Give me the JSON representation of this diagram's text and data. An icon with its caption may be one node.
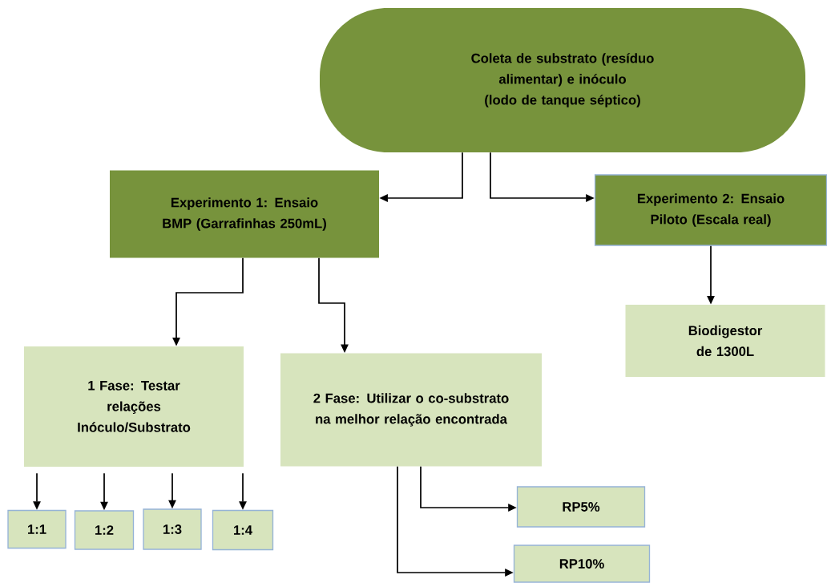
{
  "diagram": {
    "nodes": [
      {
        "text": [
          "Coleta de substrato (resíduo alimentar) e inóculo (lodo de tanque séptico)"
        ]
      },
      {
        "text": [
          "Experimento 1: Ensaio BMP (Garrafinhas 250mL)"
        ]
      },
      {
        "text": [
          "Experimento 2: Ensaio Piloto (Escala real)"
        ]
      },
      {
        "text": [
          "Biodigestor de 1300L"
        ]
      },
      {
        "text": [
          "1 Fase: Testar relações Inóculo/Substrato"
        ]
      },
      {
        "text": [
          "2 Fase: Utilizar o co-substrato na melhor relação encontrada"
        ]
      },
      {
        "text": [
          "1:1"
        ]
      },
      {
        "text": [
          "1:2"
        ]
      },
      {
        "text": [
          "1:3"
        ]
      },
      {
        "text": [
          "1:4"
        ]
      },
      {
        "text": [
          "RP5%"
        ]
      },
      {
        "text": [
          "RP10%"
        ]
      }
    ],
    "edges": [
      {
        "from": 0,
        "to": 1,
        "arrow": "to"
      },
      {
        "from": 0,
        "to": 2,
        "arrow": "to"
      },
      {
        "from": 1,
        "to": 4,
        "arrow": "to"
      },
      {
        "from": 1,
        "to": 5,
        "arrow": "to"
      },
      {
        "from": 2,
        "to": 3,
        "arrow": "to"
      },
      {
        "from": 4,
        "to": 6,
        "arrow": "to"
      },
      {
        "from": 4,
        "to": 7,
        "arrow": "to"
      },
      {
        "from": 4,
        "to": 8,
        "arrow": "to"
      },
      {
        "from": 4,
        "to": 9,
        "arrow": "to"
      },
      {
        "from": 5,
        "to": 10,
        "arrow": "to"
      },
      {
        "from": 5,
        "to": 11,
        "arrow": "to"
      }
    ]
  }
}
